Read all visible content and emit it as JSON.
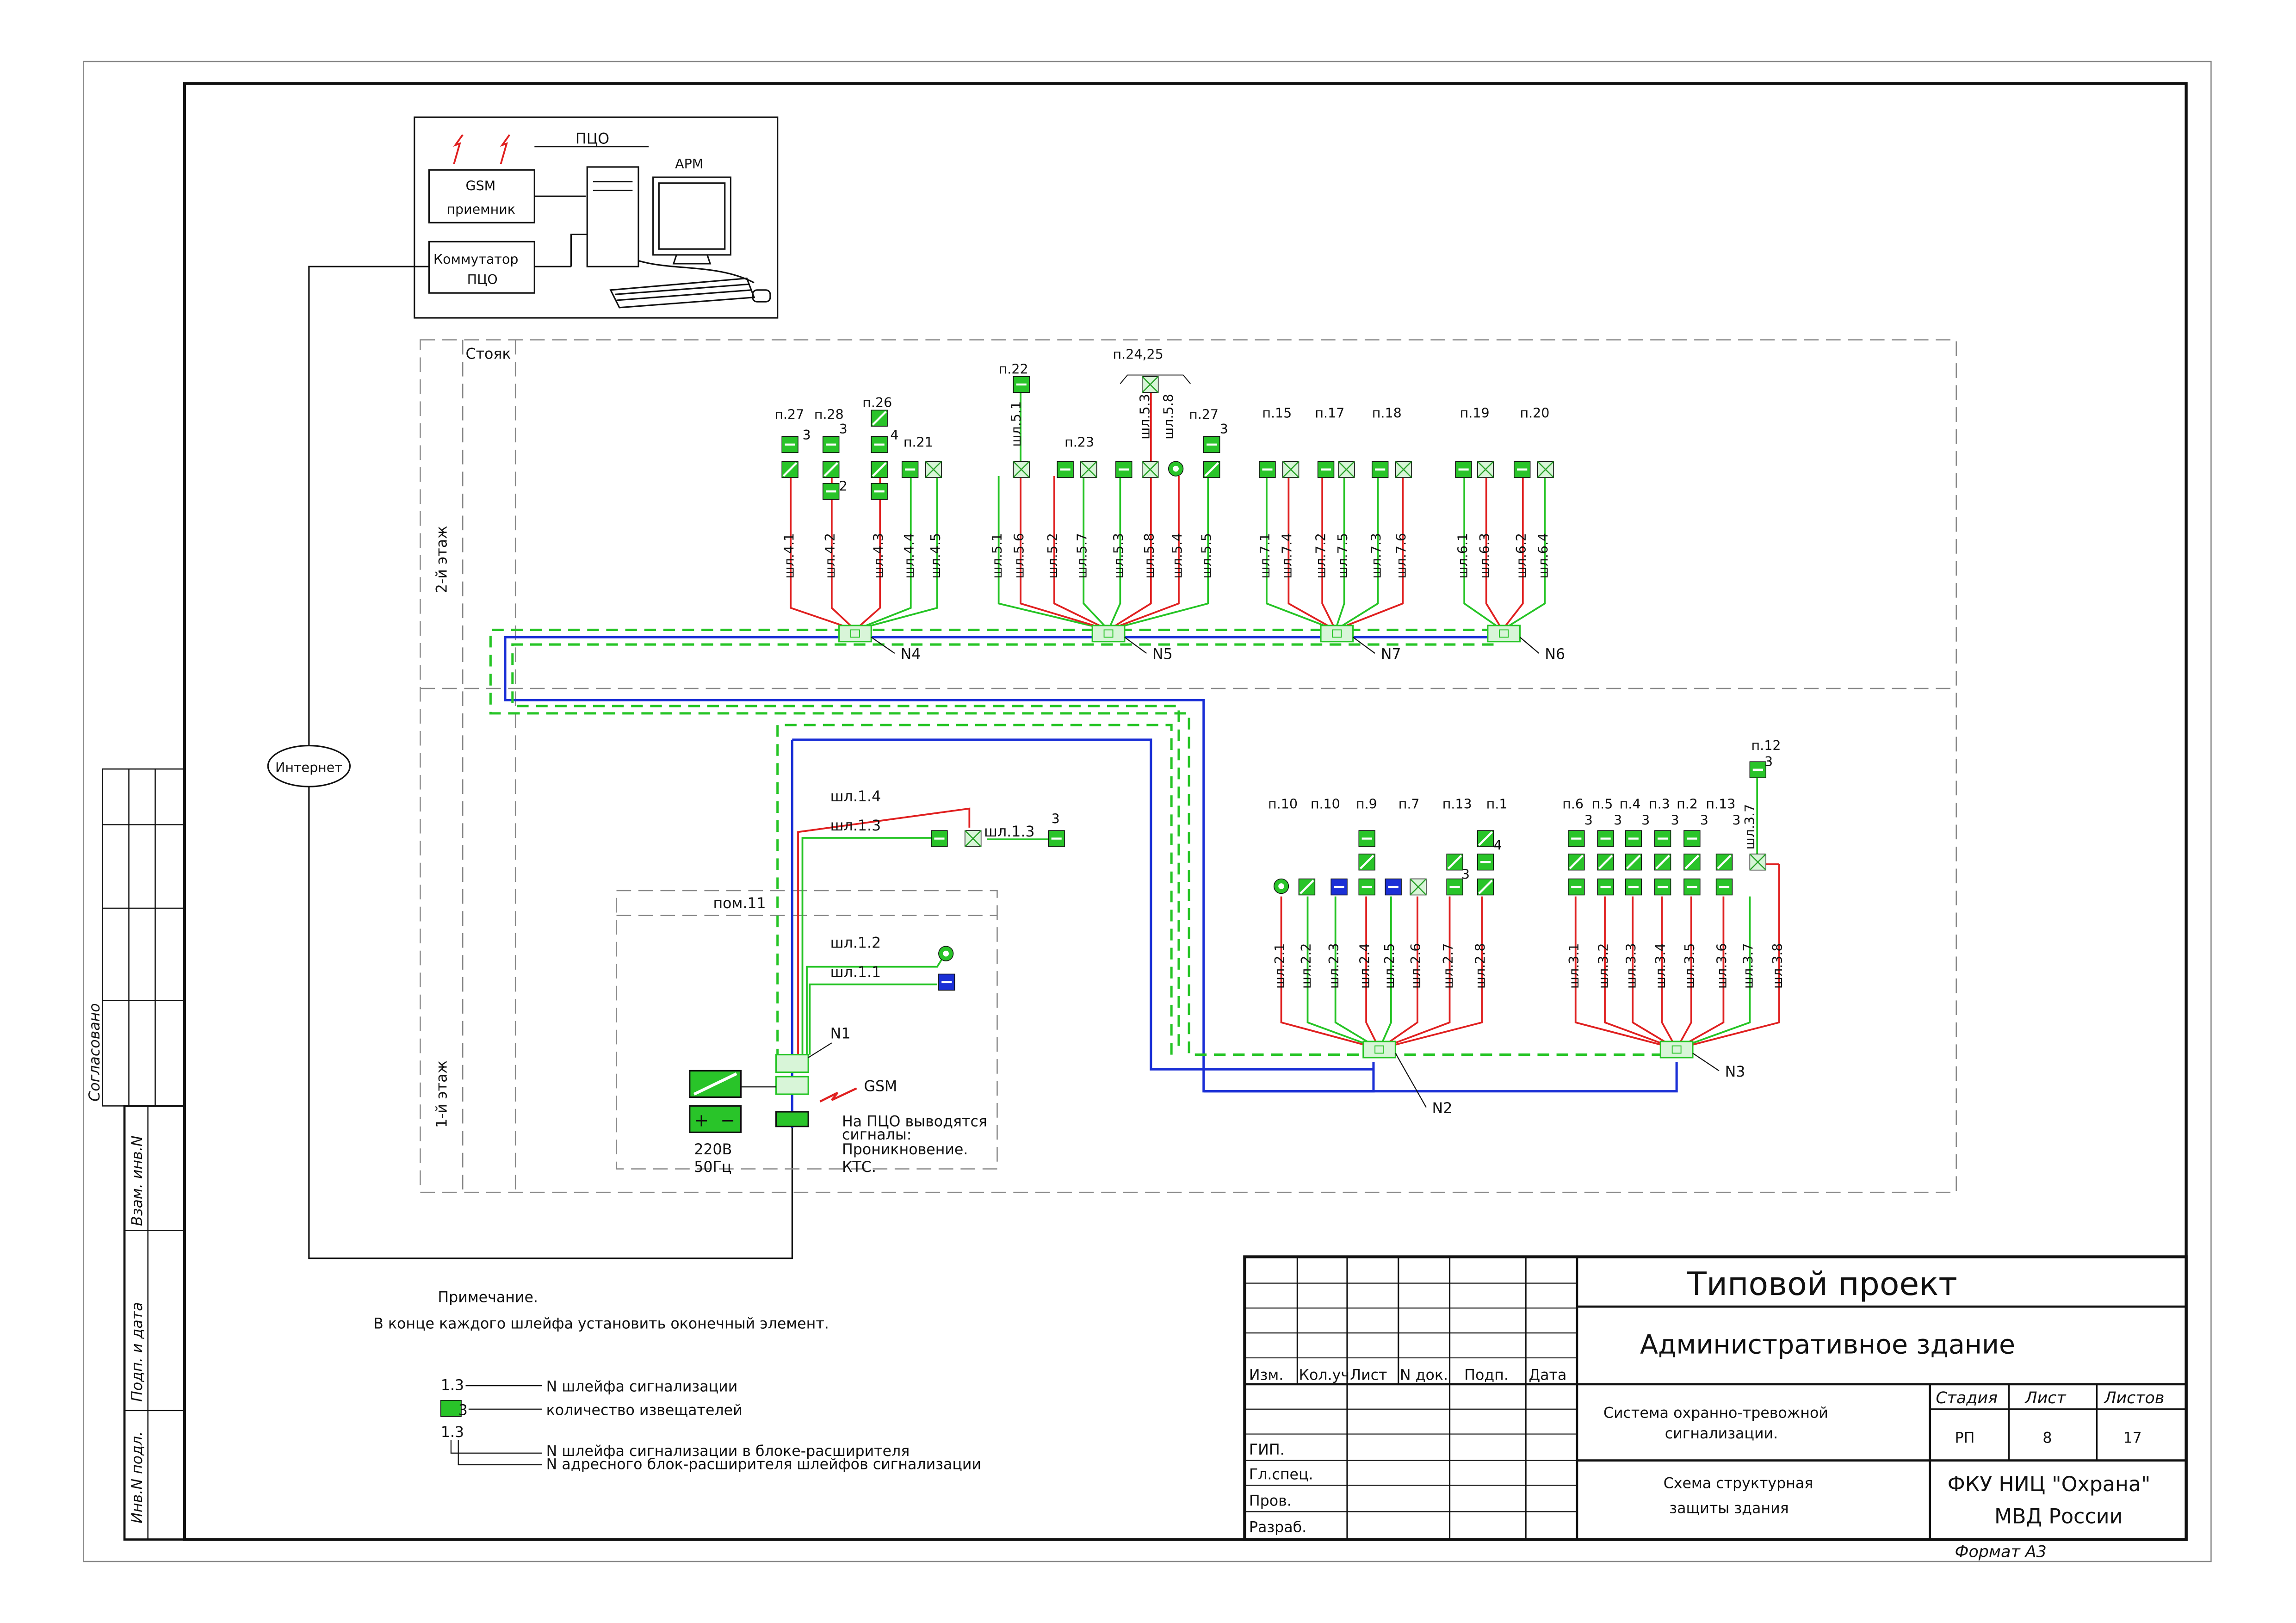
{
  "pco_block": {
    "title": "ПЦО",
    "gsm_receiver": [
      "GSM",
      "приемник"
    ],
    "switch": [
      "Коммутатор",
      "ПЦО"
    ],
    "workstation": "АРМ"
  },
  "internet_label": "Интернет",
  "zones": {
    "riser": "Стояк",
    "floor2": "2-й этаж",
    "floor1": "1-й этаж",
    "room11": "пом.11"
  },
  "floor2": {
    "room_labels": [
      "п.27",
      "п.28",
      "п.26",
      "п.21",
      "п.22",
      "п.23",
      "п.24,25",
      "п.27",
      "п.15",
      "п.17",
      "п.18",
      "п.19",
      "п.20"
    ],
    "loops_n4": [
      "шл.4.1",
      "шл.4.2",
      "шл.4.3",
      "шл.4.4",
      "шл.4.5"
    ],
    "loops_n5": [
      "шл.5.1",
      "шл.5.6",
      "шл.5.2",
      "шл.5.7",
      "шл.5.3",
      "шл.5.8",
      "шл.5.4",
      "шл.5.5"
    ],
    "loops_n5_upper": [
      "шл.5.1",
      "шл.5.3",
      "шл.5.8"
    ],
    "loops_n7": [
      "шл.7.1",
      "шл.7.4",
      "шл.7.2",
      "шл.7.5",
      "шл.7.3",
      "шл.7.6"
    ],
    "loops_n6": [
      "шл.6.1",
      "шл.6.3",
      "шл.6.2",
      "шл.6.4"
    ],
    "counts": [
      "3",
      "3",
      "2",
      "4",
      "3"
    ],
    "expanders": [
      "N4",
      "N5",
      "N7",
      "N6"
    ]
  },
  "floor1": {
    "room_labels_n2": [
      "п.10",
      "п.10",
      "п.9",
      "п.7",
      "п.13",
      "п.1"
    ],
    "room_labels_n3": [
      "п.6",
      "п.5",
      "п.4",
      "п.3",
      "п.2",
      "п.13"
    ],
    "room_top": "п.12",
    "loops_n2": [
      "шл.2.1",
      "шл.2.2",
      "шл.2.3",
      "шл.2.4",
      "шл.2.5",
      "шл.2.6",
      "шл.2.7",
      "шл.2.8"
    ],
    "loops_n3": [
      "шл.3.1",
      "шл.3.2",
      "шл.3.3",
      "шл.3.4",
      "шл.3.5",
      "шл.3.6",
      "шл.3.7",
      "шл.3.8"
    ],
    "loop_n3_upper": "шл.3.7",
    "counts_n2": [
      "3",
      "4"
    ],
    "counts_n3": [
      "3",
      "3",
      "3",
      "3",
      "3",
      "3",
      "3"
    ],
    "expanders": [
      "N2",
      "N3"
    ],
    "loops_n1": [
      "шл.1.4",
      "шл.1.3",
      "шл.1.3",
      "шл.1.2",
      "шл.1.1"
    ],
    "count_n1": "3",
    "expander_n1": "N1",
    "gsm": "GSM",
    "power": [
      "220В",
      "50Гц"
    ],
    "note_pco": [
      "На ПЦО выводятся",
      "сигналы:",
      "Проникновение.",
      "КТС."
    ]
  },
  "notes": {
    "heading": "Примечание.",
    "text": "В конце каждого шлейфа установить оконечный элемент.",
    "legend": [
      {
        "code": "1.3",
        "text": "N шлейфа сигнализации"
      },
      {
        "code": "3",
        "text": "количество извещателей"
      },
      {
        "code": "1.3",
        "text": "N шлейфа сигнализации в блоке-расширителя"
      },
      {
        "code": "",
        "text": "N адресного блок-расширителя шлейфов сигнализации"
      }
    ]
  },
  "side_stamp": {
    "agreed": "Согласовано",
    "inv_replace": "Взам. инв.N",
    "sign_date": "Подп. и дата",
    "inv_orig": "Инв.N подл."
  },
  "title_block": {
    "project_type": "Типовой проект",
    "building": "Административное здание",
    "columns": [
      "Изм.",
      "Кол.уч",
      "Лист",
      "N док.",
      "Подп.",
      "Дата"
    ],
    "roles": [
      "ГИП.",
      "Гл.спец.",
      "Пров.",
      "Разраб."
    ],
    "system": [
      "Система охранно-тревожной",
      "сигнализации."
    ],
    "sheet_name": [
      "Схема структурная",
      "защиты здания"
    ],
    "stage_header": "Стадия",
    "sheet_header": "Лист",
    "sheets_header": "Листов",
    "stage": "РП",
    "sheet": "8",
    "sheets": "17",
    "organization": [
      "ФКУ НИЦ \"Охрана\"",
      "МВД России"
    ],
    "format": "Формат А3"
  },
  "colors": {
    "alarm_loop": "#e02020",
    "data_line": "#25c425",
    "bus": "#1a2fd6",
    "frame": "#111111"
  }
}
